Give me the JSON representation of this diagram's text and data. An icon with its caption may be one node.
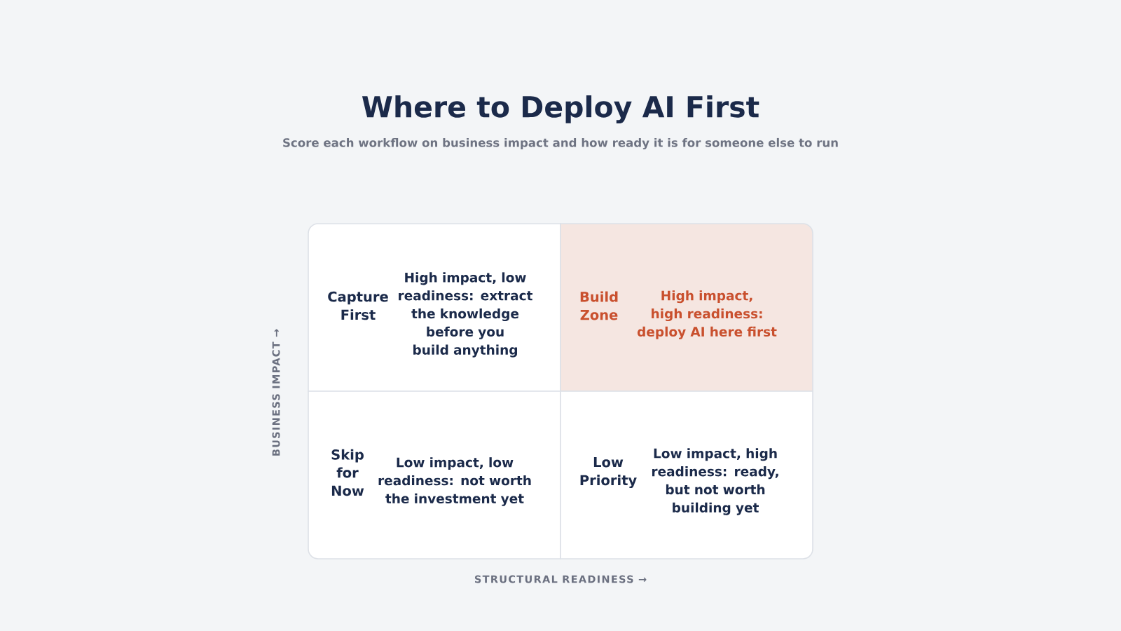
{
  "diagram": {
    "title": "Where to Deploy AI First",
    "nodes": [
      {
        "text": [
          "Capture First",
          "High impact, low readiness: extract the knowledge before you build anything"
        ]
      },
      {
        "text": [
          "Build Zone",
          "High impact, high readiness: deploy AI here first"
        ]
      },
      {
        "text": [
          "Skip for Now",
          "Low impact, low readiness: not worth the investment yet"
        ]
      },
      {
        "text": [
          "Low Priority",
          "Low impact, high readiness: ready, but not worth building yet"
        ]
      }
    ],
    "labels": [
      "Score each workflow on business impact and how ready it is for someone else to run",
      "BUSINESS IMPACT →",
      "STRUCTURAL READINESS →"
    ]
  }
}
